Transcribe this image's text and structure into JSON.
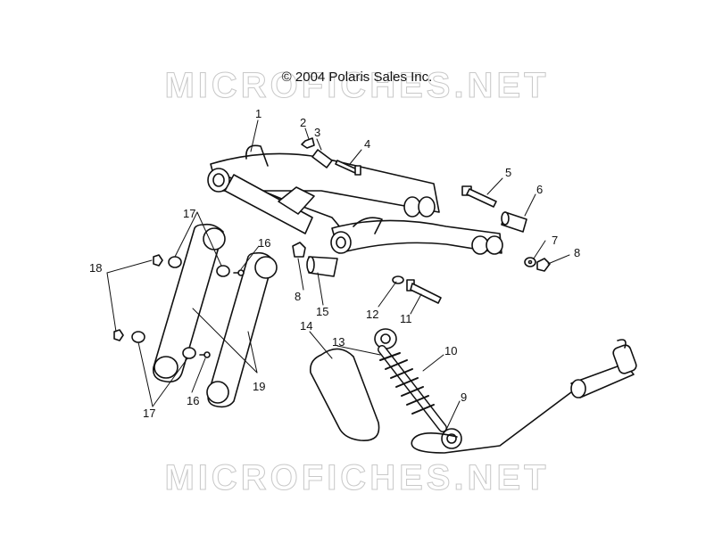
{
  "copyright": "© 2004 Polaris Sales Inc.",
  "watermark_top": "MICROFICHES.NET",
  "watermark_bottom": "MICROFICHES.NET",
  "callouts": {
    "c1": "1",
    "c2": "2",
    "c3": "3",
    "c4": "4",
    "c5": "5",
    "c6": "6",
    "c7": "7",
    "c8a": "8",
    "c8b": "8",
    "c9": "9",
    "c10": "10",
    "c11": "11",
    "c12": "12",
    "c13": "13",
    "c14": "14",
    "c15": "15",
    "c16a": "16",
    "c16b": "16",
    "c17a": "17",
    "c17b": "17",
    "c18": "18",
    "c19": "19"
  }
}
